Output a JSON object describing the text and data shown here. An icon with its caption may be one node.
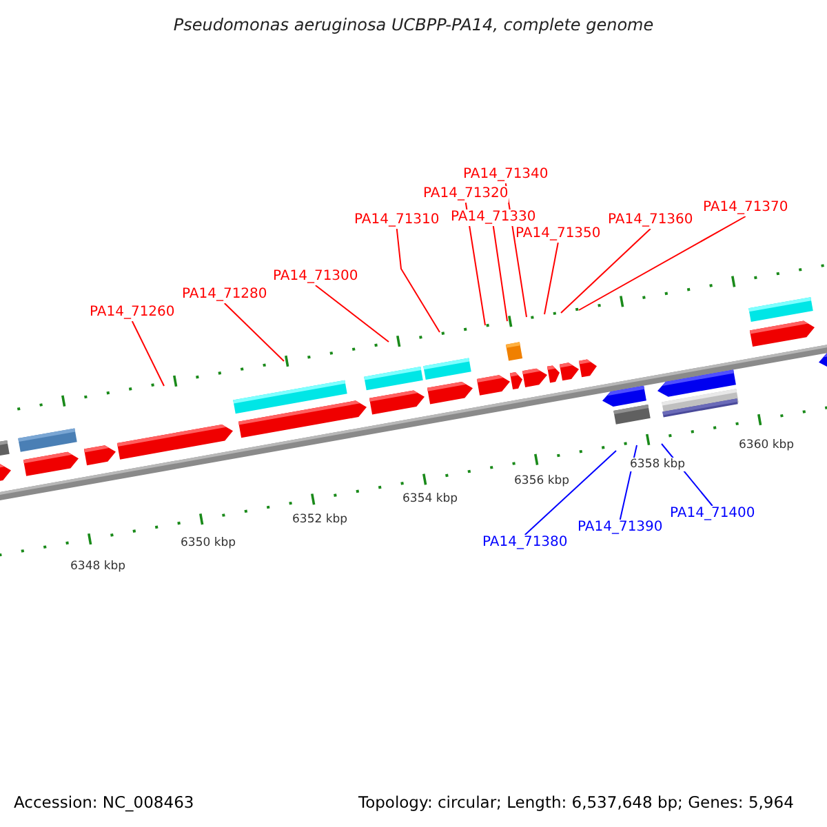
{
  "diagram": {
    "title": "Pseudomonas aeruginosa UCBPP-PA14, complete genome",
    "nodes": [
      {
        "text": [
          "PA14_71260"
        ]
      },
      {
        "text": [
          "PA14_71280"
        ]
      },
      {
        "text": [
          "PA14_71300"
        ]
      },
      {
        "text": [
          "PA14_71310"
        ]
      },
      {
        "text": [
          "PA14_71340"
        ]
      },
      {
        "text": [
          "PA14_71320"
        ]
      },
      {
        "text": [
          "PA14_71330"
        ]
      },
      {
        "text": [
          "PA14_71350"
        ]
      },
      {
        "text": [
          "PA14_71360"
        ]
      },
      {
        "text": [
          "PA14_71370"
        ]
      },
      {
        "text": [
          "PA14_71380"
        ]
      },
      {
        "text": [
          "PA14_71390"
        ]
      },
      {
        "text": [
          "PA14_71400"
        ]
      }
    ],
    "edges": [
      {
        "from": 0,
        "to": null,
        "arrow": "none"
      },
      {
        "from": 1,
        "to": null,
        "arrow": "none"
      },
      {
        "from": 2,
        "to": null,
        "arrow": "none"
      },
      {
        "from": 3,
        "to": null,
        "arrow": "none"
      },
      {
        "from": 4,
        "to": null,
        "arrow": "none"
      },
      {
        "from": 5,
        "to": null,
        "arrow": "none"
      },
      {
        "from": 6,
        "to": null,
        "arrow": "none"
      },
      {
        "from": 7,
        "to": null,
        "arrow": "none"
      },
      {
        "from": 8,
        "to": null,
        "arrow": "none"
      },
      {
        "from": 9,
        "to": null,
        "arrow": "none"
      },
      {
        "from": 10,
        "to": null,
        "arrow": "none",
        "color": "#0000ff"
      },
      {
        "from": 11,
        "to": null,
        "arrow": "none",
        "color": "#0000ff"
      },
      {
        "from": 12,
        "to": null,
        "arrow": "none",
        "color": "#0000ff"
      }
    ],
    "labels": [
      "6360 kbp",
      "6358 kbp",
      "6356 kbp",
      "6354 kbp",
      "6352 kbp",
      "6350 kbp",
      "6348 kbp",
      "Accession: NC_008463",
      "Topology: circular; Length: 6,537,648 bp; Genes: 5,964"
    ]
  }
}
